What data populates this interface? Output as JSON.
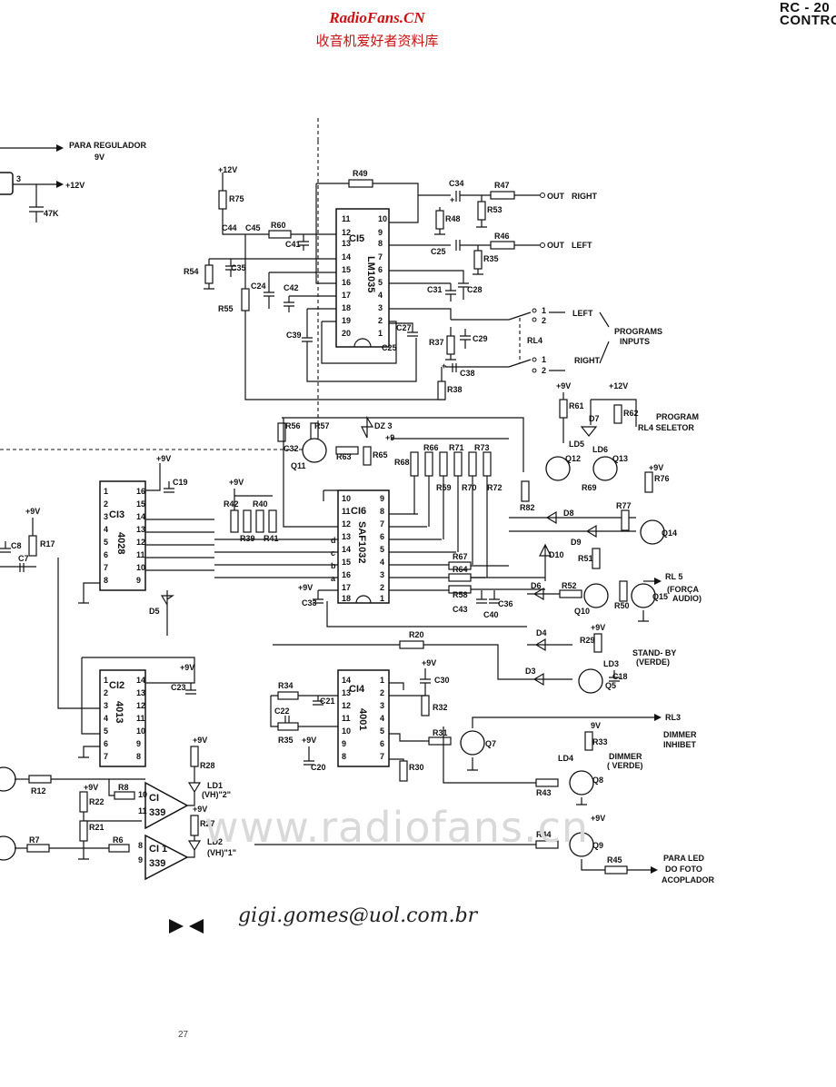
{
  "header": {
    "site": "RadioFans.CN",
    "site_cn": "收音机爱好者资料库",
    "corner_1": "RC - 20",
    "corner_2": "CONTRO"
  },
  "watermark": "www.radiofans.cn",
  "signature": "gigi.gomes@uol.com.br",
  "page_number": "27",
  "ics": {
    "ci5": {
      "name": "CI5",
      "part": "LM1035"
    },
    "ci6": {
      "name": "CI6",
      "part": "SAF1032"
    },
    "ci3": {
      "name": "CI3",
      "part": "4028"
    },
    "ci2": {
      "name": "CI2",
      "part": "4013"
    },
    "ci4": {
      "name": "CI4",
      "part": "4001"
    },
    "ci1a": {
      "name": "CI",
      "part": "339"
    },
    "ci1b": {
      "name": "CI 1",
      "part": "339"
    }
  },
  "power": {
    "v12": "+12V",
    "v9": "+9V",
    "v9b": "9V",
    "v9c": "+9"
  },
  "outputs": {
    "para_regulador": "PARA REGULADOR",
    "para_regulador_v": "9V",
    "out_right_a": "OUT",
    "out_right_b": "RIGHT",
    "out_left_a": "OUT",
    "out_left_b": "LEFT",
    "left": "LEFT",
    "right": "RIGHT",
    "programs_a": "PROGRAMS",
    "programs_b": "INPUTS",
    "program_a": "PROGRAM",
    "program_b": "RL4 SELETOR",
    "rl5": "RL 5",
    "forca_a": "(FORÇA",
    "forca_b": "AUDIO)",
    "standby_a": "STAND- BY",
    "standby_b": "(VERDE)",
    "rl3": "RL3",
    "dimmer_a": "DIMMER",
    "dimmer_b": "INHIBET",
    "ld4_a": "DIMMER",
    "ld4_b": "( VERDE)",
    "led_a": "PARA LED",
    "led_b": "DO FOTO",
    "led_c": "ACOPLADOR",
    "ld1_a": "LD1",
    "ld1_b": "(VH)\"2\"",
    "ld2_a": "LD2",
    "ld2_b": "(VH)\"1\"",
    "rl4": "RL4"
  },
  "components": {
    "r49": "R49",
    "c34": "C34",
    "r47": "R47",
    "r53": "R53",
    "r48": "R48",
    "c25a": "C25",
    "r46": "R46",
    "r35": "R35",
    "c44": "C44",
    "c45": "C45",
    "r60": "R60",
    "c41": "C41",
    "r54": "R54",
    "c35": "C35",
    "c24": "C24",
    "c42": "C42",
    "r55": "R55",
    "c39": "C39",
    "c31": "C31",
    "c28": "C28",
    "c27": "C27",
    "c25b": "C25",
    "r37": "R37",
    "c29": "C29",
    "c38": "C38",
    "r38": "R38",
    "r75": "R75",
    "k47": "47K",
    "r56": "R56",
    "r57": "R57",
    "dz3": "DZ 3",
    "c32": "C32",
    "q11": "Q11",
    "r63": "R63",
    "r65": "R65",
    "r68": "R68",
    "r66": "R66",
    "r71": "R71",
    "r73": "R73",
    "r59": "R59",
    "r70": "R70",
    "r72": "R72",
    "r61": "R61",
    "r62": "R62",
    "d7": "D7",
    "ld5": "LD5",
    "ld6": "LD6",
    "q12": "Q12",
    "q13": "Q13",
    "r76": "R76",
    "r82": "R82",
    "r69": "R69",
    "r77": "R77",
    "d8": "D8",
    "d9": "D9",
    "q14": "Q14",
    "d10": "D10",
    "r51": "R51",
    "d6": "D6",
    "r52": "R52",
    "q10": "Q10",
    "r50": "R50",
    "q15": "Q15",
    "r67": "R67",
    "r64": "R64",
    "r58": "R58",
    "c43": "C43",
    "c40": "C40",
    "c36": "C36",
    "c19": "C19",
    "r42": "R42",
    "r40": "R40",
    "r39": "R39",
    "r41": "R41",
    "c33": "C33",
    "c8": "C8",
    "r17": "R17",
    "c7": "C7",
    "d5": "D5",
    "r20": "R20",
    "d4": "D4",
    "r29": "R29",
    "ld3": "LD3",
    "c18": "C18",
    "d3": "D3",
    "q5": "Q5",
    "c30": "C30",
    "r34": "R34",
    "c21": "C21",
    "c22": "C22",
    "r32": "R32",
    "r35b": "R35",
    "r31": "R31",
    "q7": "Q7",
    "c20": "C20",
    "r30": "R30",
    "r33": "R33",
    "ld4": "LD4",
    "q8": "Q8",
    "r43": "R43",
    "c23": "C23",
    "r28": "R28",
    "r12": "R12",
    "r22": "R22",
    "r8": "R8",
    "r27": "R27",
    "r21": "R21",
    "r7": "R7",
    "r6": "R6",
    "r44": "R44",
    "q9": "Q9",
    "r45": "R45"
  }
}
